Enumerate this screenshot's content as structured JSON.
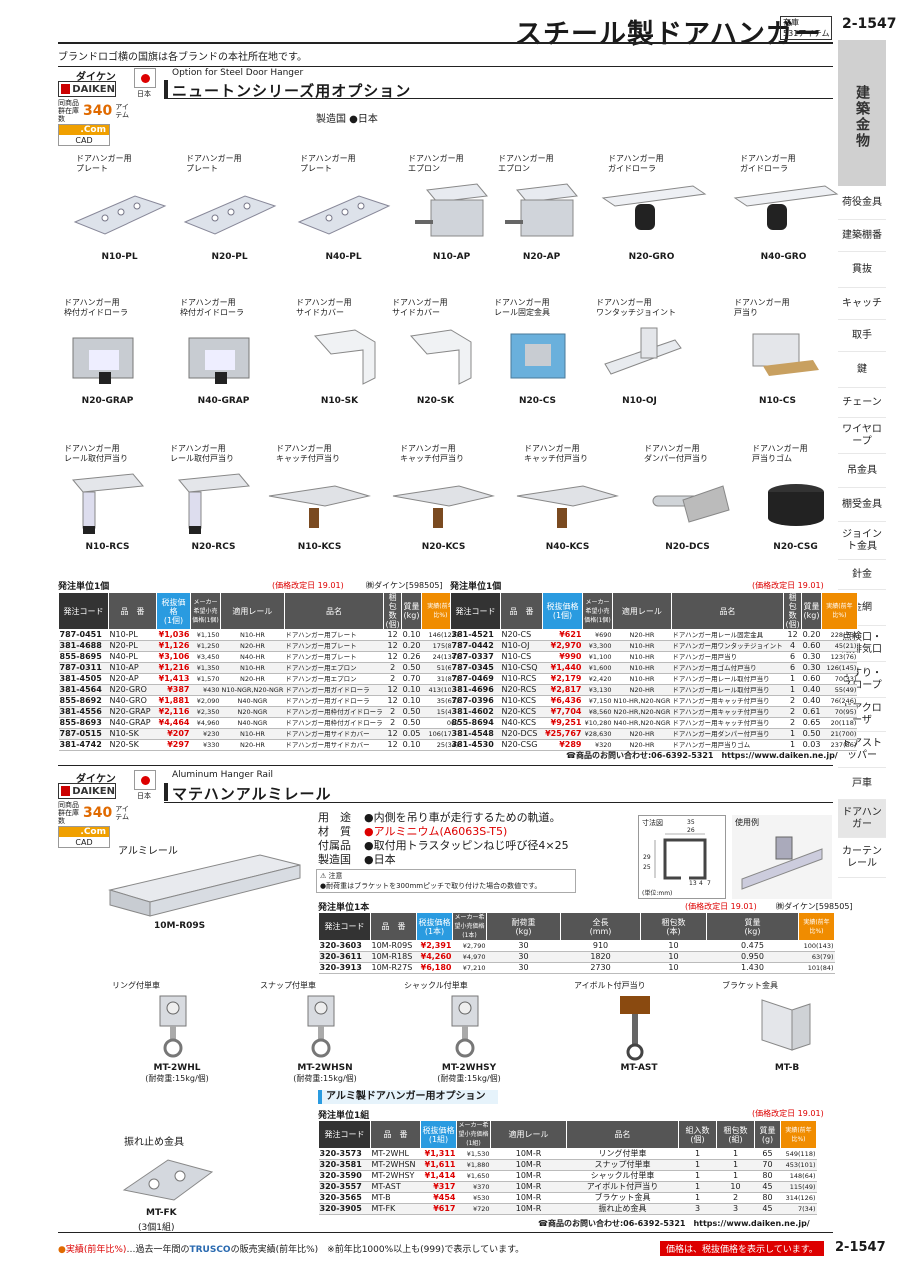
{
  "header": {
    "title": "スチール製ドアハンガー",
    "stock_line1": "在庫",
    "stock_line2": "531アイテム",
    "page": "2-1547"
  },
  "brand_note": "ブランドロゴ横の国旗は各ブランドの本社所在地です。",
  "sidebar": {
    "main": "建築金物",
    "items": [
      "荷役金具",
      "建築棚番",
      "貫抜",
      "キャッチ",
      "取手",
      "鍵",
      "チェーン",
      "ワイヤロープ",
      "吊金具",
      "棚受金具",
      "ジョイント金具",
      "針金",
      "金網",
      "点検口・給排気口",
      "手すり・スロープ",
      "ドアクローザ",
      "ドアストッパー",
      "戸車",
      "ドアハンガー",
      "カーテンレール"
    ],
    "active": "ドアハンガー"
  },
  "sec1": {
    "brand": "ダイケン",
    "logo": "DAIKEN",
    "flag_cap": "日本",
    "stock_label": "同商品群在庫数",
    "stock_num": "340",
    "stock_unit": "アイテム",
    "com": ".Com",
    "cad": "CAD",
    "sub": "Option for Steel Door Hanger",
    "title": "ニュートンシリーズ用オプション",
    "origin": "製造国 ●日本"
  },
  "products1": [
    {
      "label": "ドアハンガー用\nプレート",
      "code": "N10-PL",
      "icon": "plate"
    },
    {
      "label": "ドアハンガー用\nプレート",
      "code": "N20-PL",
      "icon": "plate"
    },
    {
      "label": "ドアハンガー用\nプレート",
      "code": "N40-PL",
      "icon": "plate"
    },
    {
      "label": "ドアハンガー用\nエプロン",
      "code": "N10-AP",
      "icon": "apron"
    },
    {
      "label": "ドアハンガー用\nエプロン",
      "code": "N20-AP",
      "icon": "apron"
    },
    {
      "label": "ドアハンガー用\nガイドローラ",
      "code": "N20-GRO",
      "icon": "roller"
    },
    {
      "label": "ドアハンガー用\nガイドローラ",
      "code": "N40-GRO",
      "icon": "roller"
    },
    {
      "label": "ドアハンガー用\n枠付ガイドローラ",
      "code": "N20-GRAP",
      "icon": "frame"
    },
    {
      "label": "ドアハンガー用\n枠付ガイドローラ",
      "code": "N40-GRAP",
      "icon": "frame"
    },
    {
      "label": "ドアハンガー用\nサイドカバー",
      "code": "N10-SK",
      "icon": "cover"
    },
    {
      "label": "ドアハンガー用\nサイドカバー",
      "code": "N20-SK",
      "icon": "cover"
    },
    {
      "label": "ドアハンガー用\nレール固定金具",
      "code": "N20-CS",
      "icon": "box"
    },
    {
      "label": "ドアハンガー用\nワンタッチジョイント",
      "code": "N10-OJ",
      "icon": "joint"
    },
    {
      "label": "ドアハンガー用\n戸当り",
      "code": "N10-CS",
      "icon": "stop"
    },
    {
      "label": "ドアハンガー用\nレール取付戸当り",
      "code": "N10-RCS",
      "icon": "rcs"
    },
    {
      "label": "ドアハンガー用\nレール取付戸当り",
      "code": "N20-RCS",
      "icon": "rcs"
    },
    {
      "label": "ドアハンガー用\nキャッチ付戸当り",
      "code": "N10-KCS",
      "icon": "kcs"
    },
    {
      "label": "ドアハンガー用\nキャッチ付戸当り",
      "code": "N20-KCS",
      "icon": "kcs"
    },
    {
      "label": "ドアハンガー用\nキャッチ付戸当り",
      "code": "N40-KCS",
      "icon": "kcs"
    },
    {
      "label": "ドアハンガー用\nダンパー付戸当り",
      "code": "N20-DCS",
      "icon": "damper"
    },
    {
      "label": "ドアハンガー用\n戸当りゴム",
      "code": "N20-CSG",
      "icon": "rubber"
    }
  ],
  "table1": {
    "unit": "発注単位1個",
    "revision": "(価格改定日 19.01)",
    "maker": "㈱ダイケン[598505]",
    "revision2": "(価格改定日 19.01)",
    "headers": [
      "発注コード",
      "品　番",
      "税抜価格\n(1個)",
      "メーカー希望小売価格(1個)",
      "適用レール",
      "品名",
      "梱包数(個)",
      "質量(kg)",
      "実績(前年比%)"
    ],
    "left": [
      [
        "787-0451",
        "N10-PL",
        "¥1,036",
        "¥1,150",
        "N10-HR",
        "ドアハンガー用プレート",
        "12",
        "0.10",
        "146(122)"
      ],
      [
        "381-4688",
        "N20-PL",
        "¥1,126",
        "¥1,250",
        "N20-HR",
        "ドアハンガー用プレート",
        "12",
        "0.20",
        "175(89)"
      ],
      [
        "855-8695",
        "N40-PL",
        "¥3,106",
        "¥3,450",
        "N40-HR",
        "ドアハンガー用プレート",
        "12",
        "0.26",
        "24(134)"
      ],
      [
        "787-0311",
        "N10-AP",
        "¥1,216",
        "¥1,350",
        "N10-HR",
        "ドアハンガー用エプロン",
        "2",
        "0.50",
        "51(64)"
      ],
      [
        "381-4505",
        "N20-AP",
        "¥1,413",
        "¥1,570",
        "N20-HR",
        "ドアハンガー用エプロン",
        "2",
        "0.70",
        "31(87)"
      ],
      [
        "381-4564",
        "N20-GRO",
        "¥387",
        "¥430",
        "N10-NGR,N20-NGR",
        "ドアハンガー用ガイドローラ",
        "12",
        "0.10",
        "413(105)"
      ],
      [
        "855-8692",
        "N40-GRO",
        "¥1,881",
        "¥2,090",
        "N40-NGR",
        "ドアハンガー用ガイドローラ",
        "12",
        "0.10",
        "35(63)"
      ],
      [
        "381-4556",
        "N20-GRAP",
        "¥2,116",
        "¥2,350",
        "N20-NGR",
        "ドアハンガー用枠付ガイドローラ",
        "2",
        "0.50",
        "15(42)"
      ],
      [
        "855-8693",
        "N40-GRAP",
        "¥4,464",
        "¥4,960",
        "N40-NGR",
        "ドアハンガー用枠付ガイドローラ",
        "2",
        "0.50",
        "0(-)"
      ],
      [
        "787-0515",
        "N10-SK",
        "¥207",
        "¥230",
        "N10-HR",
        "ドアハンガー用サイドカバー",
        "12",
        "0.05",
        "106(171)"
      ],
      [
        "381-4742",
        "N20-SK",
        "¥297",
        "¥330",
        "N20-HR",
        "ドアハンガー用サイドカバー",
        "12",
        "0.10",
        "25(34)"
      ]
    ],
    "right": [
      [
        "381-4521",
        "N20-CS",
        "¥621",
        "¥690",
        "N20-HR",
        "ドアハンガー用レール固定金具",
        "12",
        "0.20",
        "228(75)"
      ],
      [
        "787-0442",
        "N10-OJ",
        "¥2,970",
        "¥3,300",
        "N10-HR",
        "ドアハンガー用ワンタッチジョイント",
        "4",
        "0.60",
        "45(21)"
      ],
      [
        "787-0337",
        "N10-CS",
        "¥990",
        "¥1,100",
        "N10-HR",
        "ドアハンガー用戸当り",
        "6",
        "0.30",
        "123(76)"
      ],
      [
        "787-0345",
        "N10-CSQ",
        "¥1,440",
        "¥1,600",
        "N10-HR",
        "ドアハンガー用ゴム付戸当り",
        "6",
        "0.30",
        "126(145)"
      ],
      [
        "787-0469",
        "N10-RCS",
        "¥2,179",
        "¥2,420",
        "N10-HR",
        "ドアハンガー用レール取付戸当り",
        "1",
        "0.60",
        "70(33)"
      ],
      [
        "381-4696",
        "N20-RCS",
        "¥2,817",
        "¥3,130",
        "N20-HR",
        "ドアハンガー用レール取付戸当り",
        "1",
        "0.40",
        "55(49)"
      ],
      [
        "787-0396",
        "N10-KCS",
        "¥6,436",
        "¥7,150",
        "N10-HR,N20-NGR",
        "ドアハンガー用キャッチ付戸当り",
        "2",
        "0.40",
        "76(246)"
      ],
      [
        "381-4602",
        "N20-KCS",
        "¥7,704",
        "¥8,560",
        "N20-HR,N20-NGR",
        "ドアハンガー用キャッチ付戸当り",
        "2",
        "0.61",
        "70(95)"
      ],
      [
        "855-8694",
        "N40-KCS",
        "¥9,251",
        "¥10,280",
        "N40-HR,N20-NGR",
        "ドアハンガー用キャッチ付戸当り",
        "2",
        "0.65",
        "20(118)"
      ],
      [
        "381-4548",
        "N20-DCS",
        "¥25,767",
        "¥28,630",
        "N20-HR",
        "ドアハンガー用ダンパー付戸当り",
        "1",
        "0.50",
        "21(700)"
      ],
      [
        "381-4530",
        "N20-CSG",
        "¥289",
        "¥320",
        "N20-HR",
        "ドアハンガー用戸当りゴム",
        "1",
        "0.03",
        "237(86)"
      ]
    ],
    "contact": "☎商品のお問い合わせ:06-6392-5321　https://www.daiken.ne.jp/"
  },
  "sec2": {
    "brand": "ダイケン",
    "logo": "DAIKEN",
    "flag_cap": "日本",
    "stock_label": "同商品群在庫数",
    "stock_num": "340",
    "stock_unit": "アイテム",
    "com": ".Com",
    "cad": "CAD",
    "sub": "Aluminum Hanger Rail",
    "title": "マテハンアルミレール",
    "rail_label": "アルミレール",
    "rail_code": "10M-R09S",
    "spec": [
      [
        "用　途",
        "●内側を吊り車が走行するための軌道。"
      ],
      [
        "材　質",
        "●アルミニウム(A6063S-T5)"
      ],
      [
        "付属品",
        "●取付用トラスタッピンねじ呼び径4×25"
      ],
      [
        "製造国",
        "●日本"
      ]
    ],
    "warn_title": "注意",
    "warn_text": "●耐荷重はブラケットを300mmピッチで取り付けた場合の数値です。",
    "diag_title": "寸法図",
    "diag_unit": "(単位:mm)",
    "dims": [
      "35",
      "26",
      "29",
      "25",
      "13",
      "4",
      "7"
    ],
    "use_title": "使用例"
  },
  "table2": {
    "unit": "発注単位1本",
    "revision": "(価格改定日 19.01)",
    "maker": "㈱ダイケン[598505]",
    "headers": [
      "発注コード",
      "品　番",
      "税抜価格\n(1本)",
      "メーカー希望小売価格(1本)",
      "耐荷重\n(kg)",
      "全長\n(mm)",
      "梱包数\n(本)",
      "質量\n(kg)",
      "実績(前年比%)"
    ],
    "rows": [
      [
        "320-3603",
        "10M-R09S",
        "¥2,391",
        "¥2,790",
        "30",
        "910",
        "10",
        "0.475",
        "100(143)"
      ],
      [
        "320-3611",
        "10M-R18S",
        "¥4,260",
        "¥4,970",
        "30",
        "1820",
        "10",
        "0.950",
        "63(79)"
      ],
      [
        "320-3913",
        "10M-R27S",
        "¥6,180",
        "¥7,210",
        "30",
        "2730",
        "10",
        "1.430",
        "101(84)"
      ]
    ]
  },
  "products2": [
    {
      "label": "リング付単車",
      "code": "MT-2WHL",
      "sub": "(耐荷重:15kg/個)"
    },
    {
      "label": "スナップ付単車",
      "code": "MT-2WHSN",
      "sub": "(耐荷重:15kg/個)"
    },
    {
      "label": "シャックル付単車",
      "code": "MT-2WHSY",
      "sub": "(耐荷重:15kg/個)"
    },
    {
      "label": "アイボルト付戸当り",
      "code": "MT-AST",
      "sub": ""
    },
    {
      "label": "ブラケット金具",
      "code": "MT-B",
      "sub": ""
    }
  ],
  "sec3": {
    "title": "アルミ製ドアハンガー用オプション",
    "unit": "発注単位1組",
    "revision": "(価格改定日 19.01)",
    "fk_label": "振れ止め金具",
    "fk_code": "MT-FK",
    "fk_sub": "(3個1組)"
  },
  "table3": {
    "headers": [
      "発注コード",
      "品　番",
      "税抜価格\n(1組)",
      "メーカー希望小売価格(1組)",
      "適用レール",
      "品名",
      "組入数\n(個)",
      "梱包数\n(組)",
      "質量\n(g)",
      "実績(前年比%)"
    ],
    "rows": [
      [
        "320-3573",
        "MT-2WHL",
        "¥1,311",
        "¥1,530",
        "10M-R",
        "リング付単車",
        "1",
        "1",
        "65",
        "549(118)"
      ],
      [
        "320-3581",
        "MT-2WHSN",
        "¥1,611",
        "¥1,880",
        "10M-R",
        "スナップ付単車",
        "1",
        "1",
        "70",
        "453(101)"
      ],
      [
        "320-3590",
        "MT-2WHSY",
        "¥1,414",
        "¥1,650",
        "10M-R",
        "シャックル付単車",
        "1",
        "1",
        "80",
        "148(64)"
      ],
      [
        "320-3557",
        "MT-AST",
        "¥317",
        "¥370",
        "10M-R",
        "アイボルト付戸当り",
        "1",
        "10",
        "45",
        "115(49)"
      ],
      [
        "320-3565",
        "MT-B",
        "¥454",
        "¥530",
        "10M-R",
        "ブラケット金具",
        "1",
        "2",
        "80",
        "314(126)"
      ],
      [
        "320-3905",
        "MT-FK",
        "¥617",
        "¥720",
        "10M-R",
        "振れ止め金具",
        "3",
        "3",
        "45",
        "7(34)"
      ]
    ],
    "contact": "☎商品のお問い合わせ:06-6392-5321　https://www.daiken.ne.jp/"
  },
  "footer": {
    "legend": "実績(前年比%)",
    "legend_text": "…過去一年間の",
    "trusco": "TRUSCO",
    "legend_text2": "の販売実績(前年比%)　※前年比1000%以上も(999)で表示しています。",
    "tax_note": "価格は、税抜価格を表示しています。",
    "page": "2-1547"
  }
}
